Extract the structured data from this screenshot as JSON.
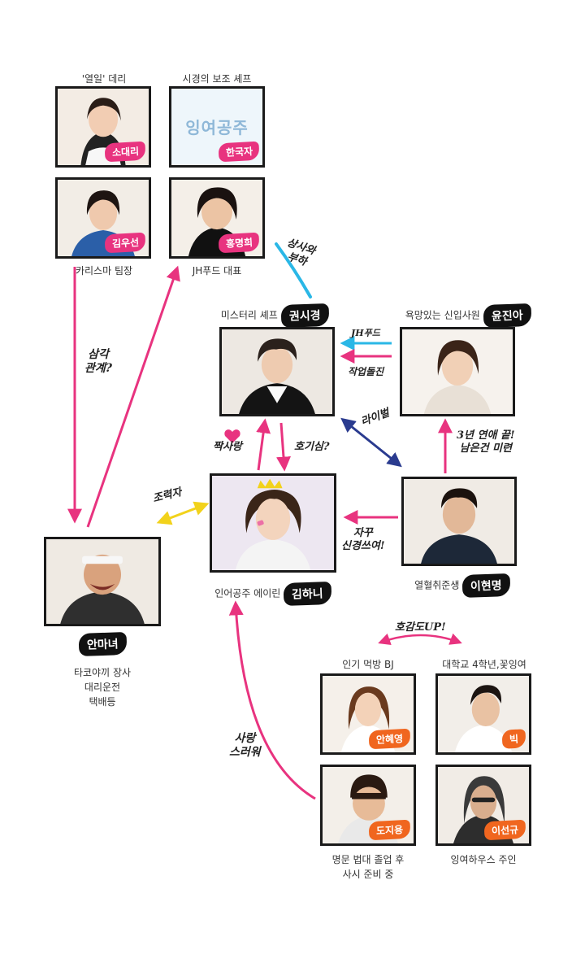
{
  "colors": {
    "pink": "#e8337f",
    "cyan": "#2ab7e6",
    "navy": "#2a3b8f",
    "yellow": "#f2d21b",
    "orange": "#f0661f",
    "black": "#111111"
  },
  "characters": {
    "sodaeri": {
      "top": "'열일' 데리",
      "badge": "소대리"
    },
    "hangukja": {
      "top": "시경의 보조 셰프",
      "badge": "한국자",
      "placeholder": "잉여공주"
    },
    "kimwoosun": {
      "badge": "김우선",
      "bottom": "카리스마 팀장"
    },
    "hongmyunghee": {
      "badge": "홍명희",
      "bottom": "JH푸드 대표"
    },
    "kwonsikyung": {
      "label": "미스터리 셰프",
      "badge": "권시경"
    },
    "yunjina": {
      "label": "욕망있는 신입사원",
      "badge": "윤진아"
    },
    "kimhani": {
      "label": "인어공주 에이린",
      "badge": "김하니"
    },
    "leehyunmyung": {
      "label": "열혈취준생",
      "badge": "이현명"
    },
    "anmanyeo": {
      "badge": "안마녀",
      "bottom_lines": [
        "타코야끼 장사",
        "대리운전",
        "택배등"
      ]
    },
    "anhyeyoung": {
      "top": "인기 먹방 BJ",
      "badge": "안혜영"
    },
    "bik": {
      "top": "대학교 4학년,꽃잉여",
      "badge": "빅"
    },
    "dojiyong": {
      "badge": "도지용",
      "bottom_lines": [
        "명문 법대 졸업 후",
        "사시 준비 중"
      ]
    },
    "leesungyu": {
      "badge": "이선규",
      "bottom": "잉여하우스 주인"
    }
  },
  "relations": {
    "boss_sub": [
      "상사와",
      "부하"
    ],
    "triangle": [
      "삼각",
      "관계?"
    ],
    "jhfood": "JH푸드",
    "jakeop": "작업돌진",
    "rival": "라이벌",
    "love_end": [
      "3년 연애 끝!",
      "남은건 미련"
    ],
    "crush": "짝사랑",
    "curious": "호기심?",
    "supporter": "조력자",
    "bother": [
      "자꾸",
      "신경쓰여!"
    ],
    "favor_up": "호감도UP!",
    "lovely": [
      "사랑",
      "스러워"
    ]
  }
}
